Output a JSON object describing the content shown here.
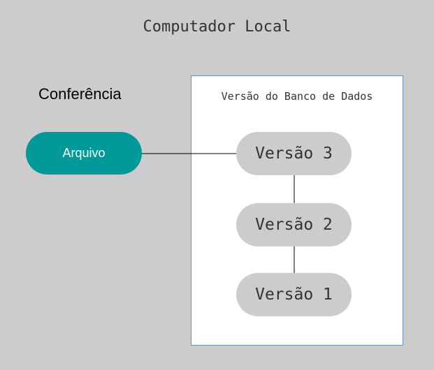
{
  "title": "Computador Local",
  "checkout": {
    "label": "Conferência",
    "file_label": "Arquivo"
  },
  "database": {
    "title": "Versão do Banco de Dados",
    "versions": [
      "Versão 3",
      "Versão 2",
      "Versão 1"
    ]
  },
  "colors": {
    "background": "#cccccc",
    "file_node": "#009999",
    "version_node": "#cccccc",
    "box_border": "#6a8fb8"
  }
}
